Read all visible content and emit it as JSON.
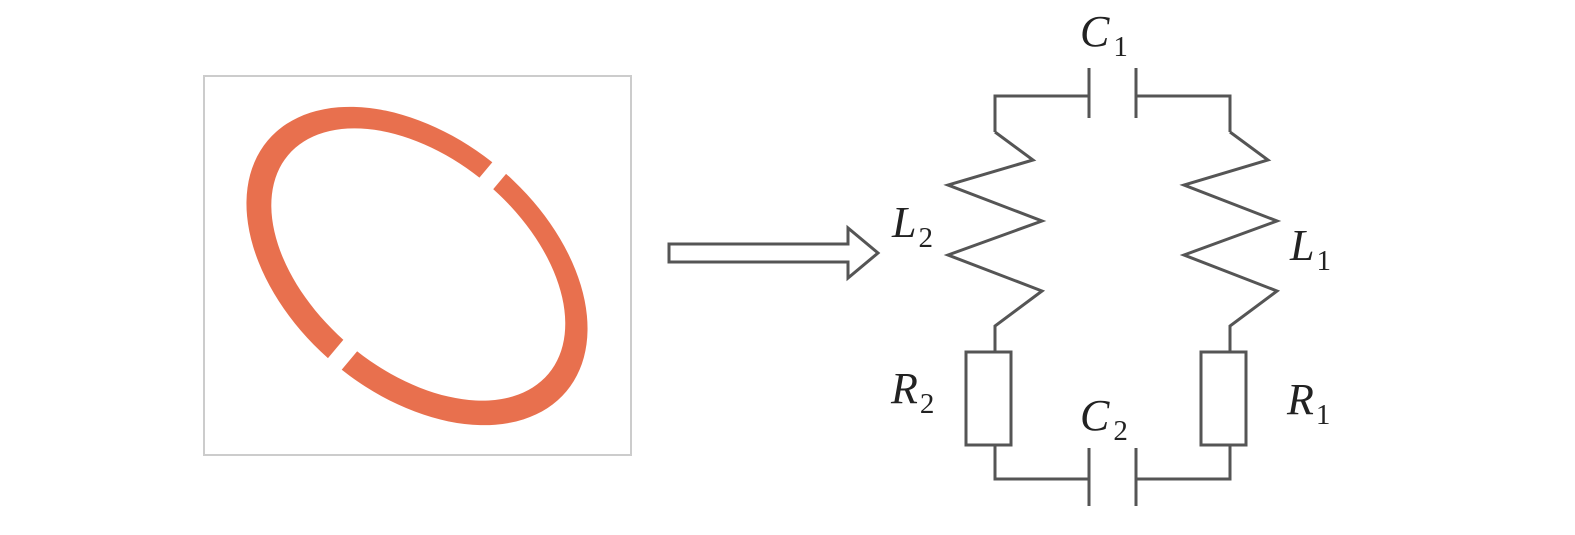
{
  "colors": {
    "ring": "#E8704E",
    "wire": "#555555",
    "frame": "#CCCCCC",
    "text": "#222222"
  },
  "labels": {
    "C1": {
      "letter": "C",
      "sub": "1"
    },
    "C2": {
      "letter": "C",
      "sub": "2"
    },
    "L1": {
      "letter": "L",
      "sub": "1"
    },
    "L2": {
      "letter": "L",
      "sub": "2"
    },
    "R1": {
      "letter": "R",
      "sub": "1"
    },
    "R2": {
      "letter": "R",
      "sub": "2"
    }
  }
}
